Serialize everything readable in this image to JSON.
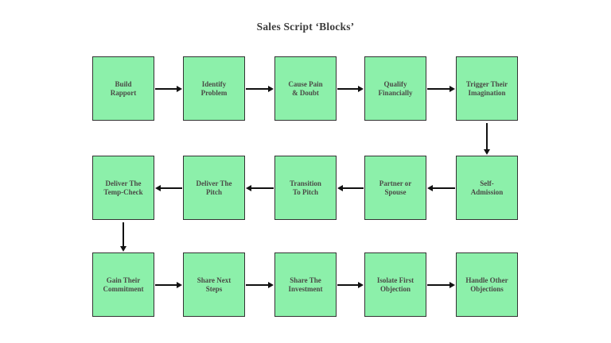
{
  "title": "Sales Script ‘Blocks’",
  "colors": {
    "background": "#ffffff",
    "box_fill": "#8cf0aa",
    "box_border": "#333333",
    "box_text": "#4a4a46",
    "title_color": "#3c3c3c",
    "arrow": "#111111"
  },
  "rows": [
    {
      "flow": "left-to-right",
      "boxes": [
        {
          "line1": "Build",
          "line2": "Rapport"
        },
        {
          "line1": "Identify",
          "line2": "Problem"
        },
        {
          "line1": "Cause Pain",
          "line2": "& Doubt"
        },
        {
          "line1": "Qualify",
          "line2": "Financially"
        },
        {
          "line1": "Trigger Their",
          "line2": "Imagination"
        }
      ]
    },
    {
      "flow": "right-to-left",
      "boxes": [
        {
          "line1": "Deliver The",
          "line2": "Temp-Check"
        },
        {
          "line1": "Deliver The",
          "line2": "Pitch"
        },
        {
          "line1": "Transition",
          "line2": "To Pitch"
        },
        {
          "line1": "Partner or",
          "line2": "Spouse"
        },
        {
          "line1": "Self-",
          "line2": "Admission"
        }
      ]
    },
    {
      "flow": "left-to-right",
      "boxes": [
        {
          "line1": "Gain Their",
          "line2": "Commitment"
        },
        {
          "line1": "Share Next",
          "line2": "Steps"
        },
        {
          "line1": "Share The",
          "line2": "Investment"
        },
        {
          "line1": "Isolate First",
          "line2": "Objection"
        },
        {
          "line1": "Handle Other",
          "line2": "Objections"
        }
      ]
    }
  ]
}
